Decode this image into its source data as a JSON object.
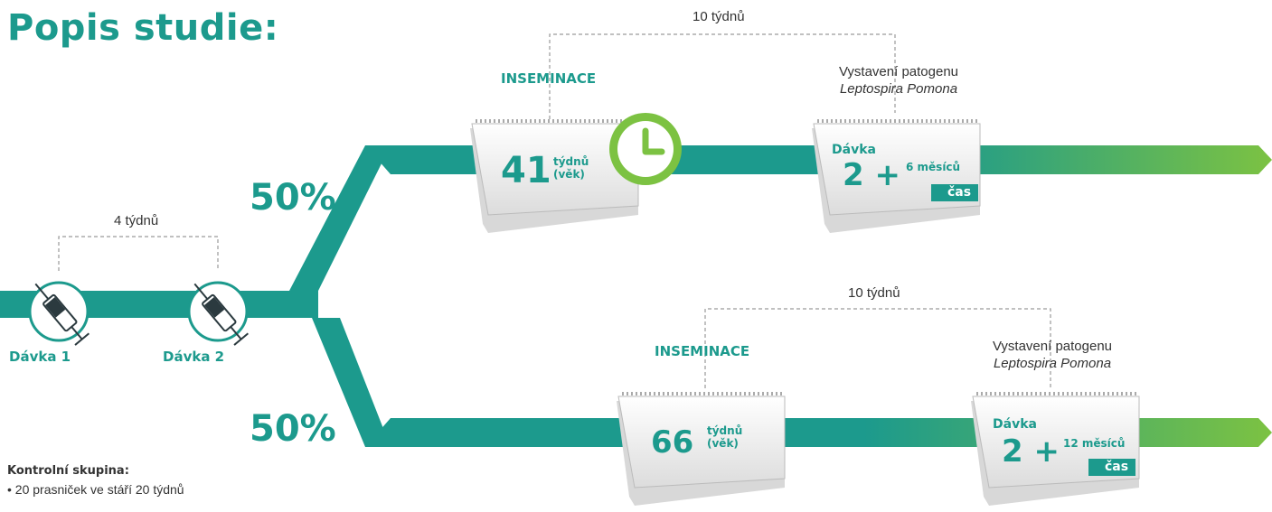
{
  "title": "Popis studie:",
  "doses": {
    "dose1": "Dávka 1",
    "dose2": "Dávka 2",
    "interval": "4 týdnů"
  },
  "split": {
    "top_pct": "50%",
    "bottom_pct": "50%"
  },
  "top_arm": {
    "interval": "10 týdnů",
    "insemination": "INSEMINACE",
    "age_value": "41",
    "age_unit_1": "týdnů",
    "age_unit_2": "(věk)",
    "exposure_line1": "Vystavení patogenu",
    "exposure_line2": "Leptospira Pomona",
    "dose_label": "Dávka",
    "dose_value": "2 +",
    "time_value": "6 měsíců",
    "time_tag": "čas"
  },
  "bottom_arm": {
    "interval": "10 týdnů",
    "insemination": "INSEMINACE",
    "age_value": "66",
    "age_unit_1": "týdnů",
    "age_unit_2": "(věk)",
    "exposure_line1": "Vystavení patogenu",
    "exposure_line2": "Leptospira Pomona",
    "dose_label": "Dávka",
    "dose_value": "2 +",
    "time_value": "12 měsíců",
    "time_tag": "čas"
  },
  "control": {
    "heading": "Kontrolní skupina:",
    "items": [
      "• 20 prasniček ve stáří 20 týdnů"
    ]
  },
  "icons": [
    "syringe-icon",
    "syringe-icon",
    "calendar-icon",
    "clock-icon",
    "calendar-icon",
    "calendar-icon",
    "calendar-icon"
  ],
  "colors": {
    "teal": "#1c9a8d",
    "green": "#7cc242",
    "dark": "#2b3a3f",
    "text": "#333333"
  }
}
